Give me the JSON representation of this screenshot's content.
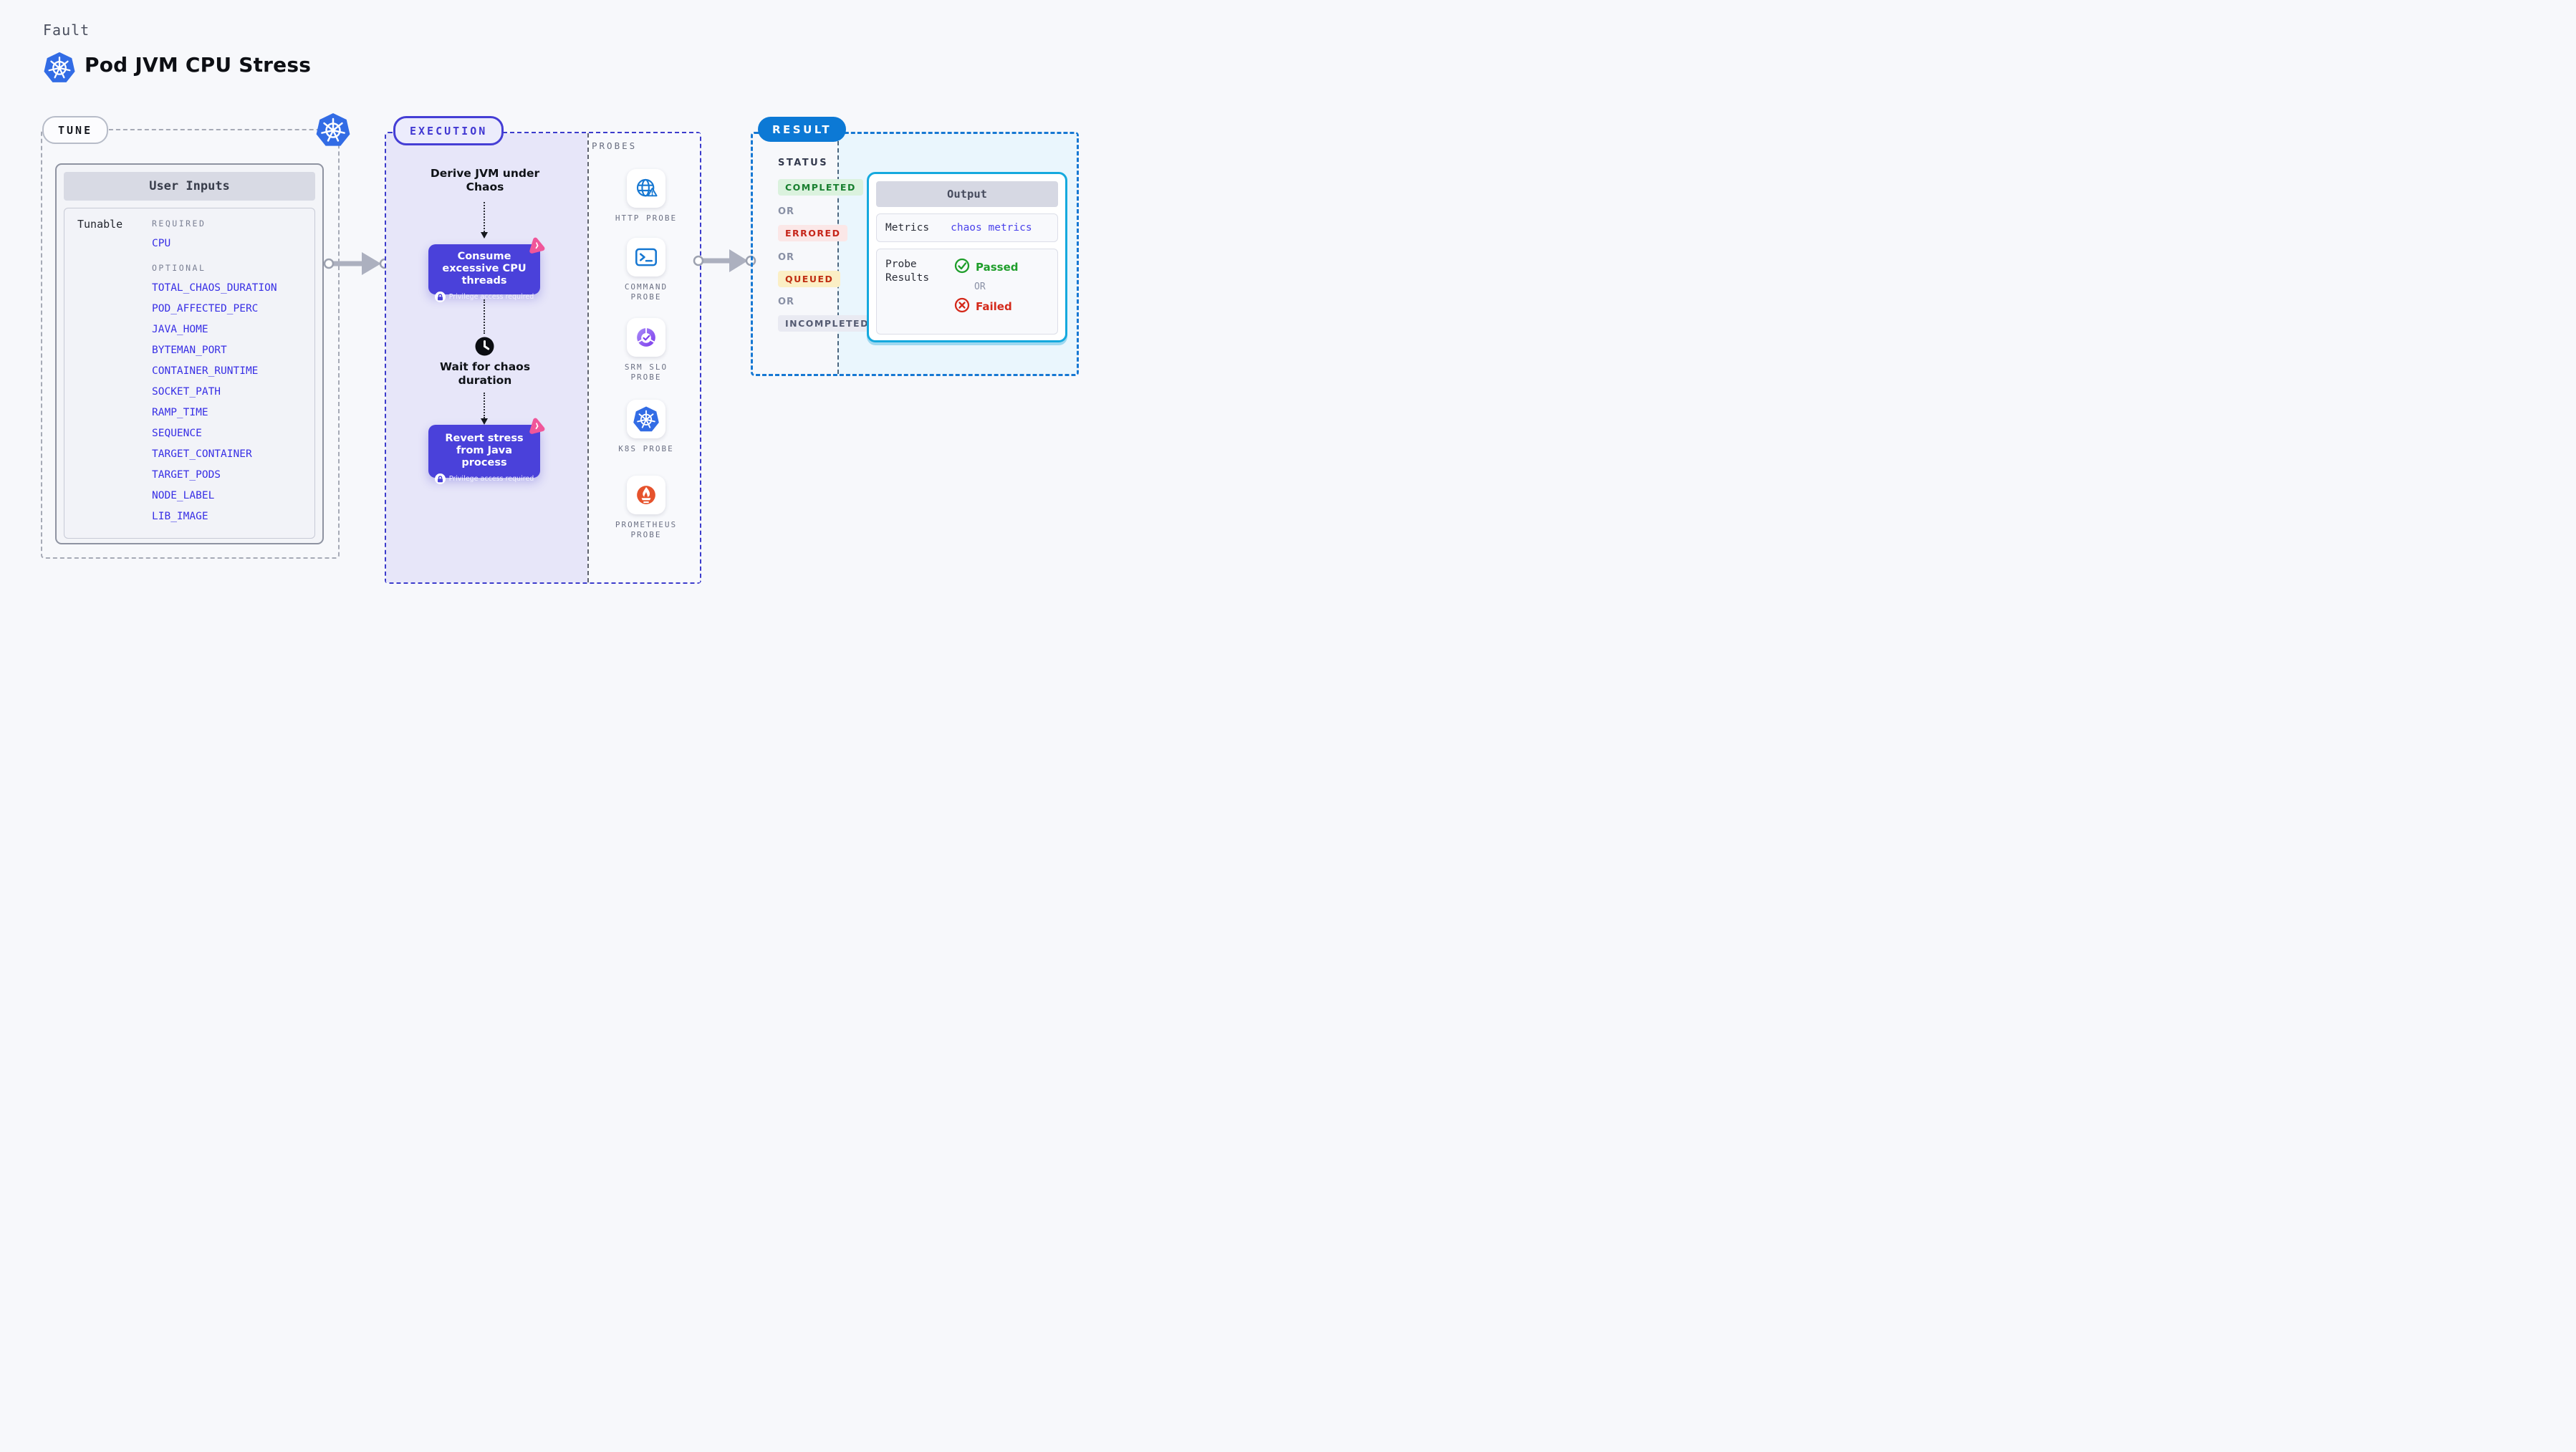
{
  "header": {
    "kicker": "Fault",
    "title": "Pod JVM CPU Stress",
    "logo": "kubernetes-icon"
  },
  "tune": {
    "badge": "TUNE",
    "card_title": "User Inputs",
    "row_label": "Tunable",
    "required_label": "REQUIRED",
    "required_items": [
      "CPU"
    ],
    "optional_label": "OPTIONAL",
    "optional_items": [
      "TOTAL_CHAOS_DURATION",
      "POD_AFFECTED_PERC",
      "JAVA_HOME",
      "BYTEMAN_PORT",
      "CONTAINER_RUNTIME",
      "SOCKET_PATH",
      "RAMP_TIME",
      "SEQUENCE",
      "TARGET_CONTAINER",
      "TARGET_PODS",
      "NODE_LABEL",
      "LIB_IMAGE"
    ]
  },
  "execution": {
    "badge": "EXECUTION",
    "step1": "Derive JVM under Chaos",
    "step2": "Consume excessive CPU threads",
    "step3": "Wait for chaos duration",
    "step4": "Revert stress from Java process",
    "privilege_note": "Privilege access required"
  },
  "probes": {
    "panel_label": "PROBES",
    "items": [
      {
        "icon": "globe-alert-icon",
        "label": "HTTP PROBE"
      },
      {
        "icon": "terminal-icon",
        "label": "COMMAND PROBE"
      },
      {
        "icon": "slo-check-icon",
        "label": "SRM SLO PROBE"
      },
      {
        "icon": "kubernetes-icon",
        "label": "K8S PROBE"
      },
      {
        "icon": "prometheus-flame-icon",
        "label": "PROMETHEUS PROBE"
      }
    ]
  },
  "result": {
    "badge": "RESULT",
    "status_label": "STATUS",
    "or_label": "OR",
    "statuses": [
      "COMPLETED",
      "ERRORED",
      "QUEUED",
      "INCOMPLETED"
    ],
    "output": {
      "title": "Output",
      "metrics_label": "Metrics",
      "metrics_value": "chaos metrics",
      "probe_results_label": "Probe Results",
      "passed_label": "Passed",
      "failed_label": "Failed"
    }
  },
  "colors": {
    "accent_indigo": "#4A41DA",
    "execution_dash": "#3C3CCC",
    "result_blue": "#1577D4",
    "output_border": "#15A9DE",
    "pink_chaos": "#F0569A",
    "kubernetes_blue": "#326CE5",
    "http_blue": "#1778D2",
    "srm_purple": "#7C3BEC",
    "prometheus_orange": "#E6522C",
    "completed_fg": "#187F2F",
    "completed_bg": "#DBF2DE",
    "errored_fg": "#C6251A",
    "errored_bg": "#FBE7E7",
    "queued_fg": "#BF2D12",
    "queued_bg": "#FBEFC5",
    "incompleted_fg": "#555B72",
    "incompleted_bg": "#E9EAF2",
    "passed_green": "#1F9E2B",
    "failed_red": "#D4291A",
    "metrics_value_blue": "#4B43EB",
    "param_blue": "#382FE5"
  }
}
